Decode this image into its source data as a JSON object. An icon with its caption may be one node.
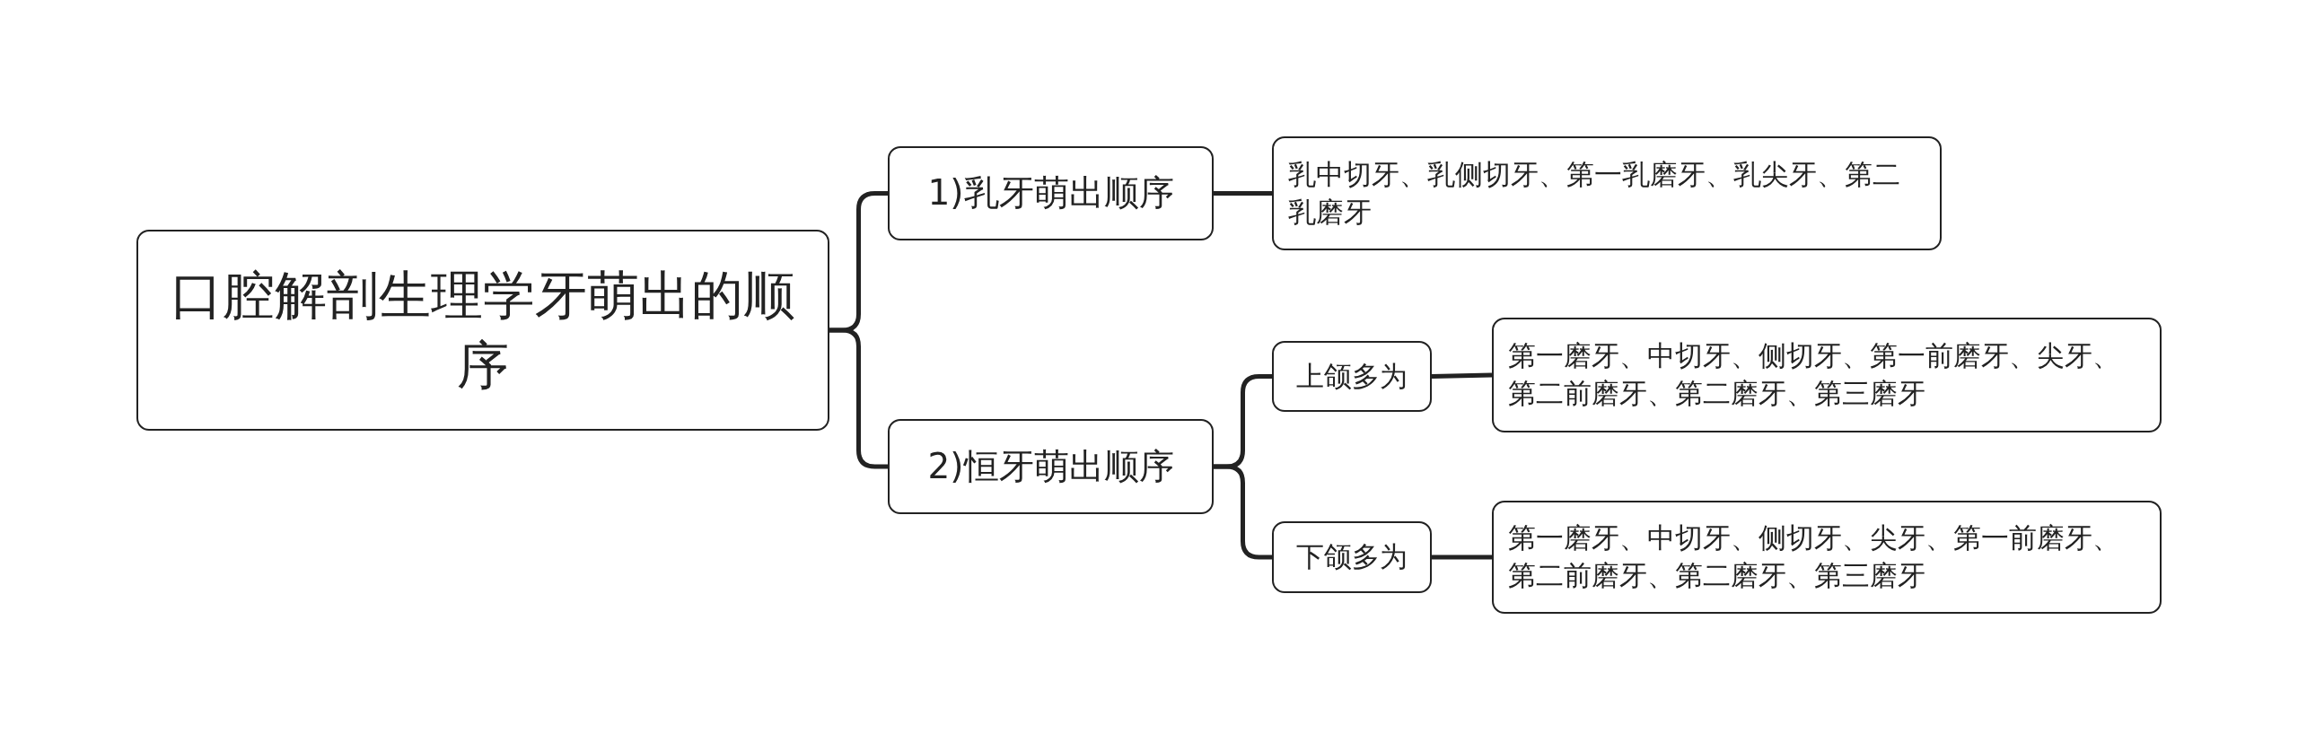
{
  "diagram": {
    "nodes": [
      {
        "text": [
          "口腔解剖生理学牙萌出的顺序"
        ]
      },
      {
        "text": [
          "1)乳牙萌出顺序"
        ]
      },
      {
        "text": [
          "乳中切牙、乳侧切牙、第一乳磨牙、乳尖牙、第二乳磨牙"
        ]
      },
      {
        "text": [
          "2)恒牙萌出顺序"
        ]
      },
      {
        "text": [
          "上颌多为"
        ]
      },
      {
        "text": [
          "第一磨牙、中切牙、侧切牙、第一前磨牙、尖牙、第二前磨牙、第二磨牙、第三磨牙"
        ]
      },
      {
        "text": [
          "下颌多为"
        ]
      },
      {
        "text": [
          "第一磨牙、中切牙、侧切牙、尖牙、第一前磨牙、第二前磨牙、第二磨牙、第三磨牙"
        ]
      }
    ],
    "edges": [
      {
        "from": 0,
        "to": 1,
        "arrow": "none"
      },
      {
        "from": 0,
        "to": 3,
        "arrow": "none"
      },
      {
        "from": 1,
        "to": 2,
        "arrow": "none"
      },
      {
        "from": 3,
        "to": 4,
        "arrow": "none"
      },
      {
        "from": 3,
        "to": 6,
        "arrow": "none"
      },
      {
        "from": 4,
        "to": 5,
        "arrow": "none"
      },
      {
        "from": 6,
        "to": 7,
        "arrow": "none"
      }
    ]
  }
}
